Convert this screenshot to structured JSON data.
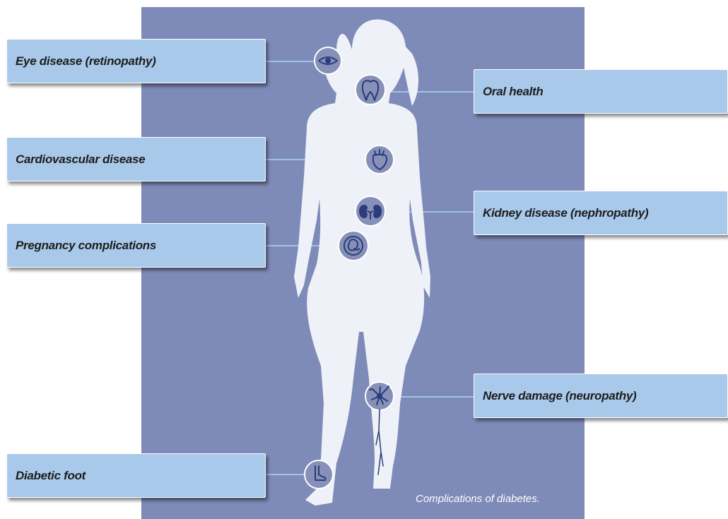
{
  "labels": {
    "eye": "Eye disease (retinopathy)",
    "oral": "Oral health",
    "cardio": "Cardiovascular disease",
    "kidney": "Kidney disease (nephropathy)",
    "pregnancy": "Pregnancy complications",
    "nerve": "Nerve damage (neuropathy)",
    "foot": "Diabetic foot"
  },
  "caption": "Complications of diabetes.",
  "colors": {
    "panel": "#7e8ab8",
    "label_box": "#a9c9ea",
    "silhouette": "#eef1f8",
    "icon_circle": "#8690b8",
    "icon_ink": "#2a3d78"
  },
  "icons": [
    "eye-icon",
    "tooth-icon",
    "heart-icon",
    "kidneys-icon",
    "fetus-icon",
    "neuron-icon",
    "foot-icon"
  ]
}
